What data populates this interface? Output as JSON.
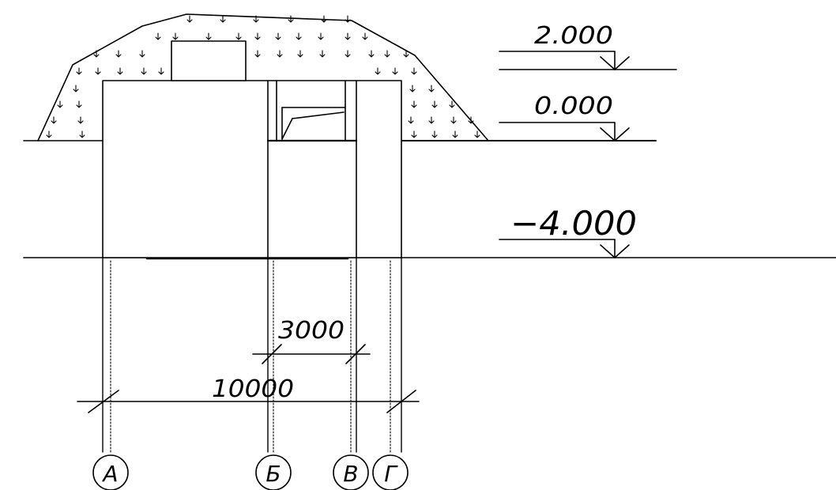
{
  "levels": [
    {
      "label": "2.000"
    },
    {
      "label": "0.000"
    },
    {
      "label": "−4.000"
    }
  ],
  "dimensions": [
    {
      "label": "3000"
    },
    {
      "label": "10000"
    }
  ],
  "axes": [
    {
      "label": "А"
    },
    {
      "label": "Б"
    },
    {
      "label": "В"
    },
    {
      "label": "Г"
    }
  ],
  "colors": {
    "line": "#000000",
    "background": "#ffffff"
  }
}
